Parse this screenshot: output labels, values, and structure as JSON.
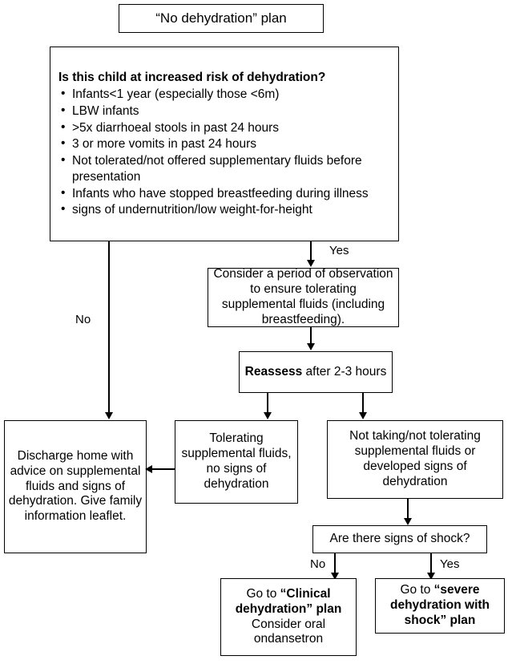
{
  "diagram": {
    "title": "“No dehydration” plan",
    "risk_box": {
      "heading": "Is this child at increased risk of dehydration?",
      "bullet_glyph": "•",
      "items": [
        "Infants<1 year (especially those <6m)",
        "LBW infants",
        ">5x diarrhoeal stools in past 24 hours",
        "3 or more vomits in past 24 hours",
        "Not tolerated/not offered supplementary fluids before presentation",
        "Infants who have stopped breastfeeding during illness",
        "signs of undernutrition/low weight-for-height"
      ]
    },
    "nodes": {
      "observation": "Consider a period of observation to ensure tolerating supplemental fluids (including breastfeeding).",
      "reassess_bold": "Reassess",
      "reassess_rest": " after 2-3 hours",
      "discharge": "Discharge home with advice on supplemental fluids and signs of dehydration. Give family information leaflet.",
      "tolerating": "Tolerating supplemental fluids, no signs of dehydration",
      "not_tolerating": "Not taking/not tolerating supplemental fluids or developed signs of dehydration",
      "shock_question": "Are there signs of shock?",
      "clinical_plan_prefix": "Go to ",
      "clinical_plan_bold": "“Clinical dehydration” plan",
      "clinical_plan_extra": "Consider oral ondansetron",
      "severe_plan_prefix": "Go to ",
      "severe_plan_bold": "“severe dehydration with shock” plan"
    },
    "edge_labels": {
      "risk_yes": "Yes",
      "risk_no": "No",
      "shock_no": "No",
      "shock_yes": "Yes"
    },
    "colors": {
      "border": "#000000",
      "background": "#ffffff",
      "text": "#000000"
    }
  }
}
